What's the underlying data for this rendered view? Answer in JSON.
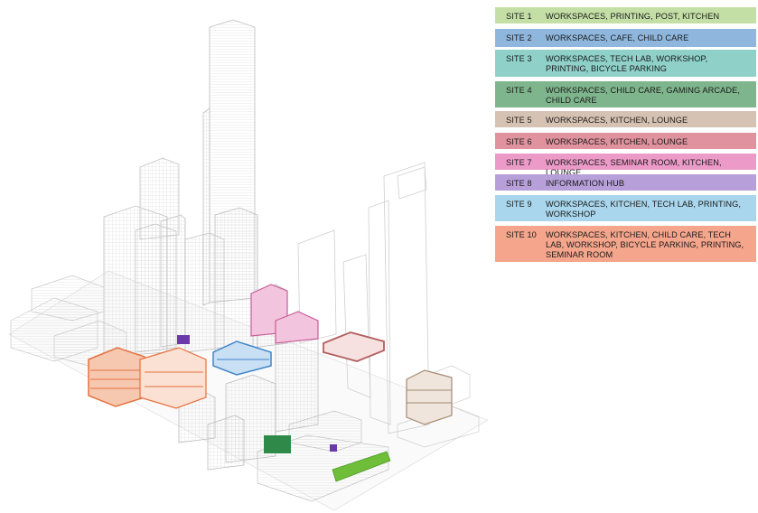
{
  "legend": [
    {
      "site": "SITE 1",
      "description": "WORKSPACES, PRINTING, POST, KITCHEN",
      "color": "#c4dfa6"
    },
    {
      "site": "SITE 2",
      "description": "WORKSPACES, CAFE, CHILD CARE",
      "color": "#8fb7de"
    },
    {
      "site": "SITE 3",
      "description": "WORKSPACES, TECH LAB, WORKSHOP, PRINTING, BICYCLE PARKING",
      "color": "#8fd0c9"
    },
    {
      "site": "SITE 4",
      "description": "WORKSPACES, CHILD CARE, GAMING ARCADE, CHILD CARE",
      "color": "#7fb58c"
    },
    {
      "site": "SITE 5",
      "description": "WORKSPACES, KITCHEN, LOUNGE",
      "color": "#d6c2b2"
    },
    {
      "site": "SITE 6",
      "description": "WORKSPACES, KITCHEN, LOUNGE",
      "color": "#e0929e"
    },
    {
      "site": "SITE 7",
      "description": "WORKSPACES, SEMINAR ROOM, KITCHEN, LOUNGE",
      "color": "#ec9ac8"
    },
    {
      "site": "SITE 8",
      "description": "INFORMATION HUB",
      "color": "#b7a0d9"
    },
    {
      "site": "SITE 9",
      "description": "WORKSPACES, KITCHEN, TECH LAB, PRINTING, WORKSHOP",
      "color": "#a9d6ec"
    },
    {
      "site": "SITE 10",
      "description": "WORKSPACES, KITCHEN, CHILD CARE, TECH LAB, WORKSHOP, BICYCLE PARKING, PRINTING, SEMINAR ROOM",
      "color": "#f4a58c"
    }
  ],
  "sites_on_map": [
    {
      "site": "SITE 10",
      "color": "#e5713e"
    },
    {
      "site": "SITE 8",
      "color": "#6a3aa6"
    },
    {
      "site": "SITE 2",
      "color": "#3f86c9"
    },
    {
      "site": "SITE 7",
      "color": "#c55f9a"
    },
    {
      "site": "SITE 6",
      "color": "#b36060"
    },
    {
      "site": "SITE 5",
      "color": "#a68a72"
    },
    {
      "site": "SITE 4",
      "color": "#2f8a4a"
    },
    {
      "site": "SITE 1",
      "color": "#6fbe3a"
    }
  ]
}
